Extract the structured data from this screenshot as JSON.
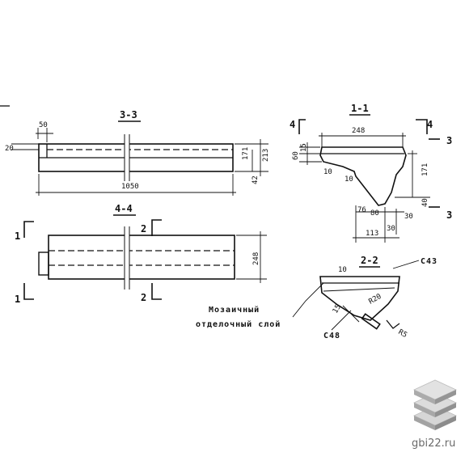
{
  "section_3_3": {
    "title": "3-3",
    "dim_top": "50",
    "dim_left": "20",
    "dim_length": "1050",
    "dim_right_a": "171",
    "dim_right_b": "213",
    "dim_right_c": "42"
  },
  "section_4_4": {
    "title": "4-4",
    "dim_width": "248",
    "cut_1": "1",
    "cut_2": "2"
  },
  "section_1_1": {
    "title": "1-1",
    "dim_width": "248",
    "dim_15": "15",
    "dim_60": "60",
    "dim_10a": "10",
    "dim_10b": "10",
    "dim_171": "171",
    "dim_40": "40",
    "dim_76": "76",
    "dim_80": "80",
    "dim_30a": "30",
    "dim_113": "113",
    "dim_30b": "30",
    "cut_4": "4",
    "cut_3": "3"
  },
  "section_2_2": {
    "title": "2-2",
    "dim_10": "10",
    "dim_r20": "R20",
    "dim_15": "15",
    "dim_r5": "R5",
    "mark_c43": "С43",
    "mark_c48": "С48"
  },
  "note": {
    "line1": "Мозаичный",
    "line2": "отделочный слой"
  },
  "watermark": {
    "text": "gbi22.ru"
  }
}
